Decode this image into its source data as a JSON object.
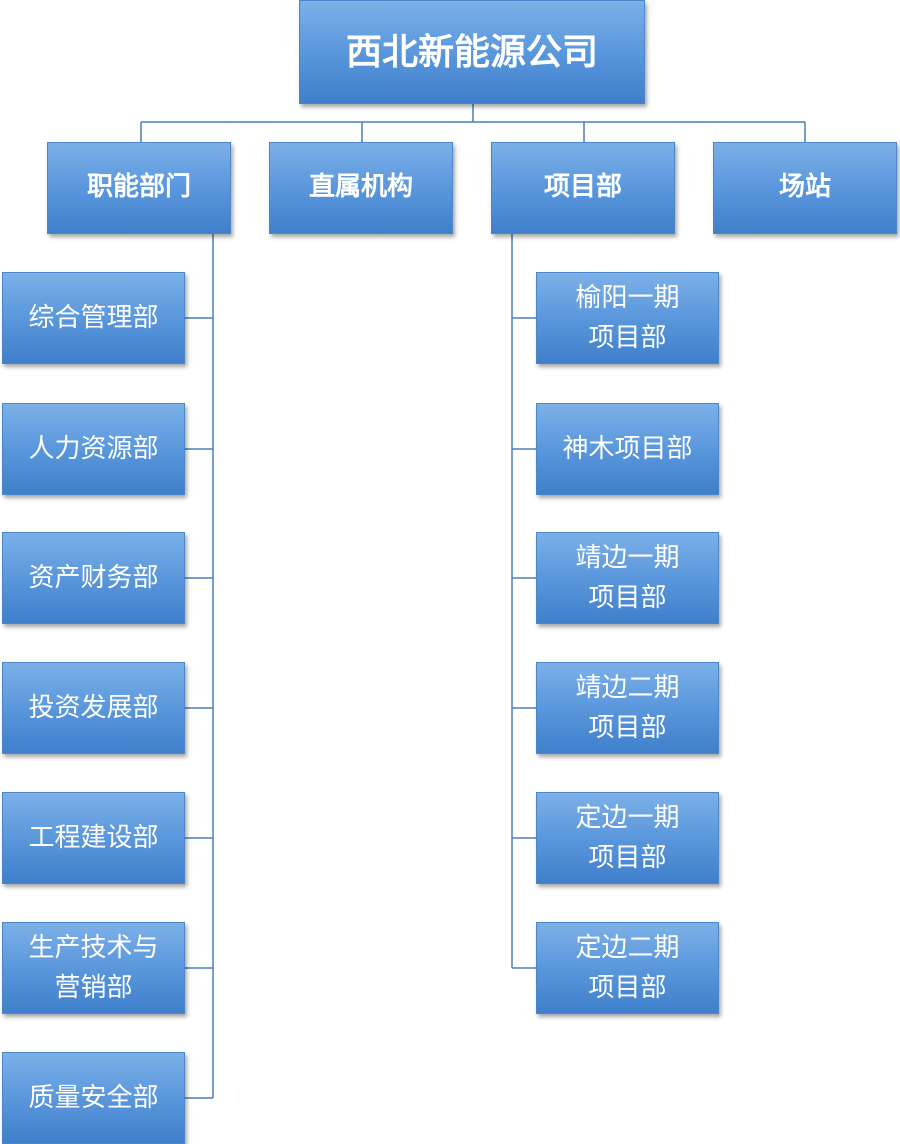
{
  "chart": {
    "root": "西北新能源公司",
    "level1": [
      {
        "id": "functional",
        "label": "职能部门"
      },
      {
        "id": "affiliated",
        "label": "直属机构"
      },
      {
        "id": "project",
        "label": "项目部"
      },
      {
        "id": "station",
        "label": "场站"
      }
    ],
    "functional_children": [
      {
        "lines": [
          "综合管理部"
        ]
      },
      {
        "lines": [
          "人力资源部"
        ]
      },
      {
        "lines": [
          "资产财务部"
        ]
      },
      {
        "lines": [
          "投资发展部"
        ]
      },
      {
        "lines": [
          "工程建设部"
        ]
      },
      {
        "lines": [
          "生产技术与",
          "营销部"
        ]
      },
      {
        "lines": [
          "质量安全部"
        ]
      }
    ],
    "project_children": [
      {
        "lines": [
          "榆阳一期",
          "项目部"
        ]
      },
      {
        "lines": [
          "神木项目部"
        ]
      },
      {
        "lines": [
          "靖边一期",
          "项目部"
        ]
      },
      {
        "lines": [
          "靖边二期",
          "项目部"
        ]
      },
      {
        "lines": [
          "定边一期",
          "项目部"
        ]
      },
      {
        "lines": [
          "定边二期",
          "项目部"
        ]
      }
    ]
  },
  "colors": {
    "node_fill_top": "#7cb0e8",
    "node_fill_bottom": "#3f7fcb",
    "node_border": "#4a86c8",
    "connector": "#4a7ebb",
    "text": "#ffffff"
  }
}
